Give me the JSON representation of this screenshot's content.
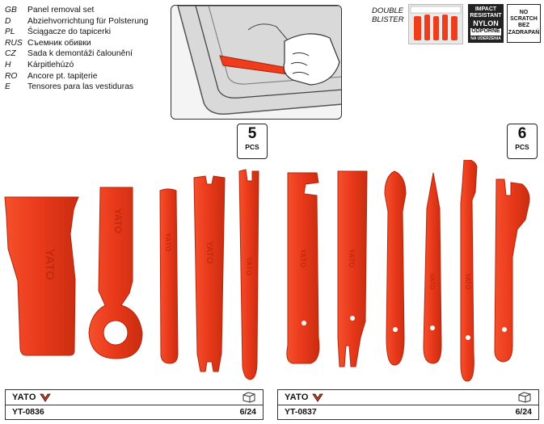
{
  "languages": [
    {
      "code": "GB",
      "text": "Panel removal set"
    },
    {
      "code": "D",
      "text": "Abziehvorrichtung für Polsterung"
    },
    {
      "code": "PL",
      "text": "Ściągacze do tapicerki"
    },
    {
      "code": "RUS",
      "text": "Съемник обивки"
    },
    {
      "code": "CZ",
      "text": "Sada k demontáži čalounění"
    },
    {
      "code": "H",
      "text": "Kárpitlehúzó"
    },
    {
      "code": "RO",
      "text": "Ancore pt. tapițerie"
    },
    {
      "code": "E",
      "text": "Tensores para las vestiduras"
    }
  ],
  "blister": {
    "line1": "DOUBLE",
    "line2": "BLISTER"
  },
  "badges": {
    "impact": [
      "IMPACT",
      "RESISTANT",
      "NYLON",
      "ODPORNE",
      "NA UDERZENIA"
    ],
    "scratch": [
      "NO SCRATCH",
      "BEZ",
      "ZADRAPAŃ"
    ]
  },
  "sets": [
    {
      "count": "5",
      "pcs": "PCS",
      "brand": "YATO",
      "code": "YT-0836",
      "qty": "6/24"
    },
    {
      "count": "6",
      "pcs": "PCS",
      "brand": "YATO",
      "code": "YT-0837",
      "qty": "6/24"
    }
  ],
  "tool_marking": "YATO",
  "colors": {
    "tool": "#ee3d1c",
    "tool_dark": "#c42a0e",
    "tool_light": "#ff6a45",
    "border": "#333333"
  }
}
